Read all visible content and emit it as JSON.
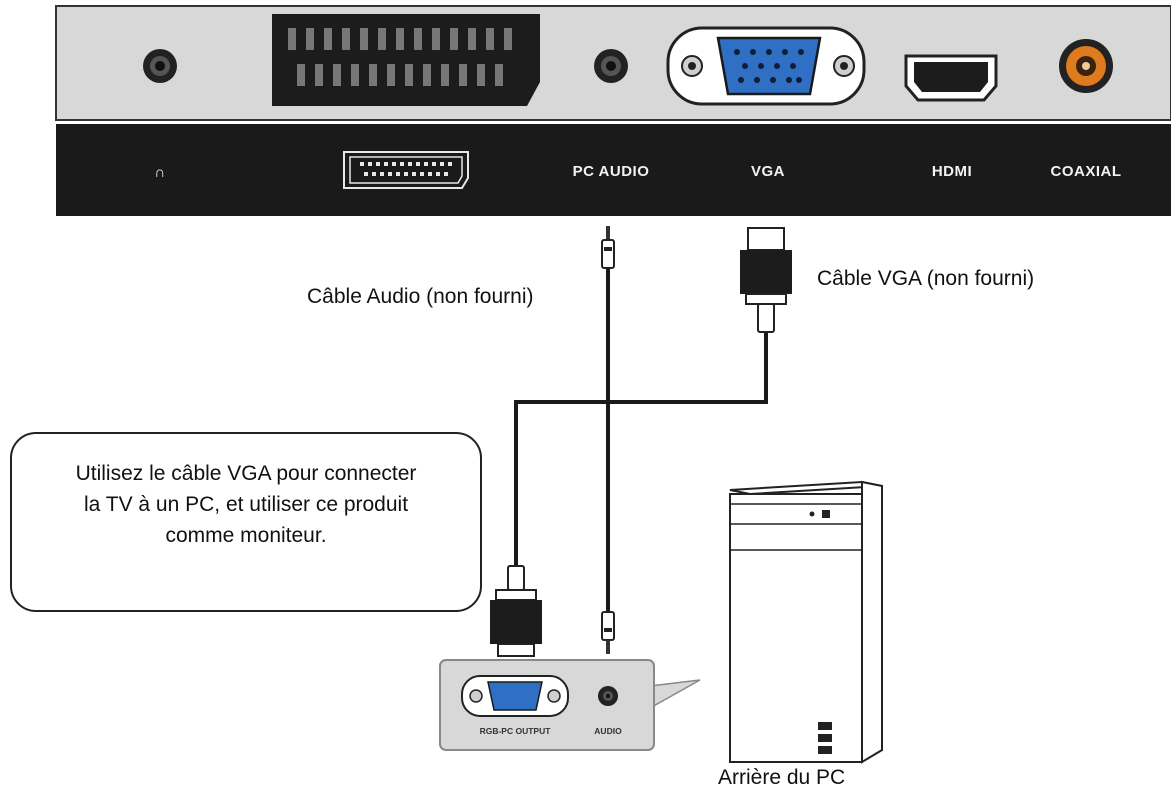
{
  "tv_panel": {
    "port_labels": {
      "headphone": "∩",
      "pc_audio": "PC AUDIO",
      "vga": "VGA",
      "hdmi": "HDMI",
      "coaxial": "COAXIAL"
    }
  },
  "cables": {
    "audio_label": "Câble Audio (non fourni)",
    "vga_label": "Câble VGA (non fourni)"
  },
  "note": {
    "text": "Utilisez le câble VGA pour connecter la TV à un PC, et utiliser ce produit comme moniteur."
  },
  "pc": {
    "rgb_output_label": "RGB-PC OUTPUT",
    "audio_label": "AUDIO",
    "caption": "Arrière du PC"
  },
  "colors": {
    "vga_port_blue": "#2f6fc4",
    "coaxial_orange": "#e07a1f",
    "panel_gray": "#d8d8d8",
    "label_bar": "#1a1a1a"
  },
  "icons": [
    "headphone-jack-icon",
    "scart-port-icon",
    "pc-audio-jack-icon",
    "vga-port-icon",
    "hdmi-port-icon",
    "coaxial-port-icon",
    "scart-symbol-icon",
    "pc-tower-icon"
  ]
}
